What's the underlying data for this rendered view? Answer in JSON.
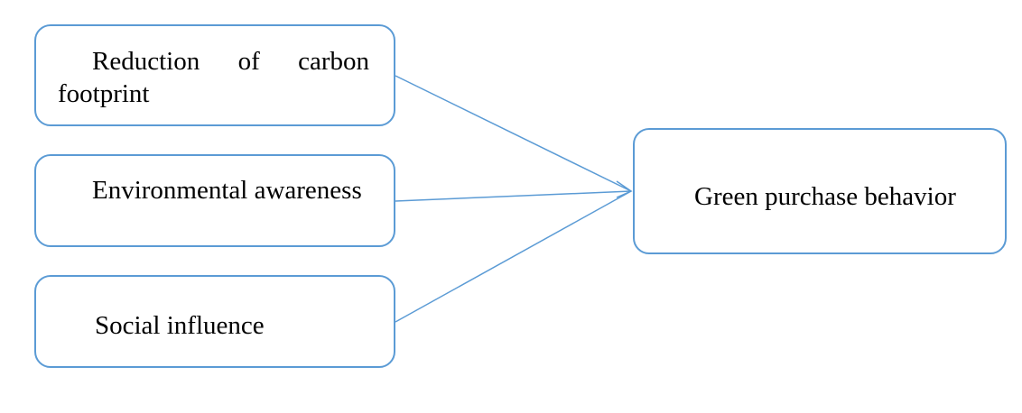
{
  "nodes": {
    "reduction_of_carbon_footprint": "Reduction of carbon footprint",
    "environmental_awareness": "Environmental awareness",
    "social_influence": "Social influence",
    "green_purchase_behavior": "Green purchase behavior"
  },
  "colors": {
    "border": "#5b9bd5",
    "arrow": "#5b9bd5",
    "text": "#000000"
  }
}
